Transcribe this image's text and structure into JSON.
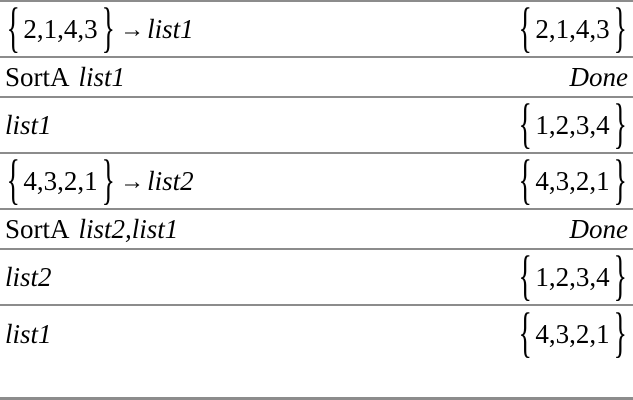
{
  "screen": {
    "title": "Calculator history — SortA list sorting example",
    "background_color": "#ffffff",
    "divider_color": "#8c8c8c",
    "text_color": "#000000"
  },
  "glyphs": {
    "store_arrow": "→",
    "brace_open": "{",
    "brace_close": "}"
  },
  "rows": [
    {
      "id": "row-1",
      "height_class": "tall",
      "input": {
        "type": "store",
        "list_text": "2,1,4,3",
        "arrow": "→",
        "target": "list1"
      },
      "result": {
        "type": "list",
        "list_text": "2,1,4,3"
      }
    },
    {
      "id": "row-2",
      "height_class": "short",
      "input": {
        "type": "command",
        "command": "SortA",
        "args": "list1"
      },
      "result": {
        "type": "text",
        "text": "Done"
      }
    },
    {
      "id": "row-3",
      "height_class": "tall",
      "input": {
        "type": "variable",
        "name": "list1"
      },
      "result": {
        "type": "list",
        "list_text": "1,2,3,4"
      }
    },
    {
      "id": "row-4",
      "height_class": "tall",
      "input": {
        "type": "store",
        "list_text": "4,3,2,1",
        "arrow": "→",
        "target": "list2"
      },
      "result": {
        "type": "list",
        "list_text": "4,3,2,1"
      }
    },
    {
      "id": "row-5",
      "height_class": "short",
      "input": {
        "type": "command",
        "command": "SortA",
        "args": "list2,list1"
      },
      "result": {
        "type": "text",
        "text": "Done"
      }
    },
    {
      "id": "row-6",
      "height_class": "tall",
      "input": {
        "type": "variable",
        "name": "list2"
      },
      "result": {
        "type": "list",
        "list_text": "1,2,3,4"
      }
    },
    {
      "id": "row-7",
      "height_class": "tall",
      "input": {
        "type": "variable",
        "name": "list1"
      },
      "result": {
        "type": "list",
        "list_text": "4,3,2,1"
      }
    }
  ]
}
